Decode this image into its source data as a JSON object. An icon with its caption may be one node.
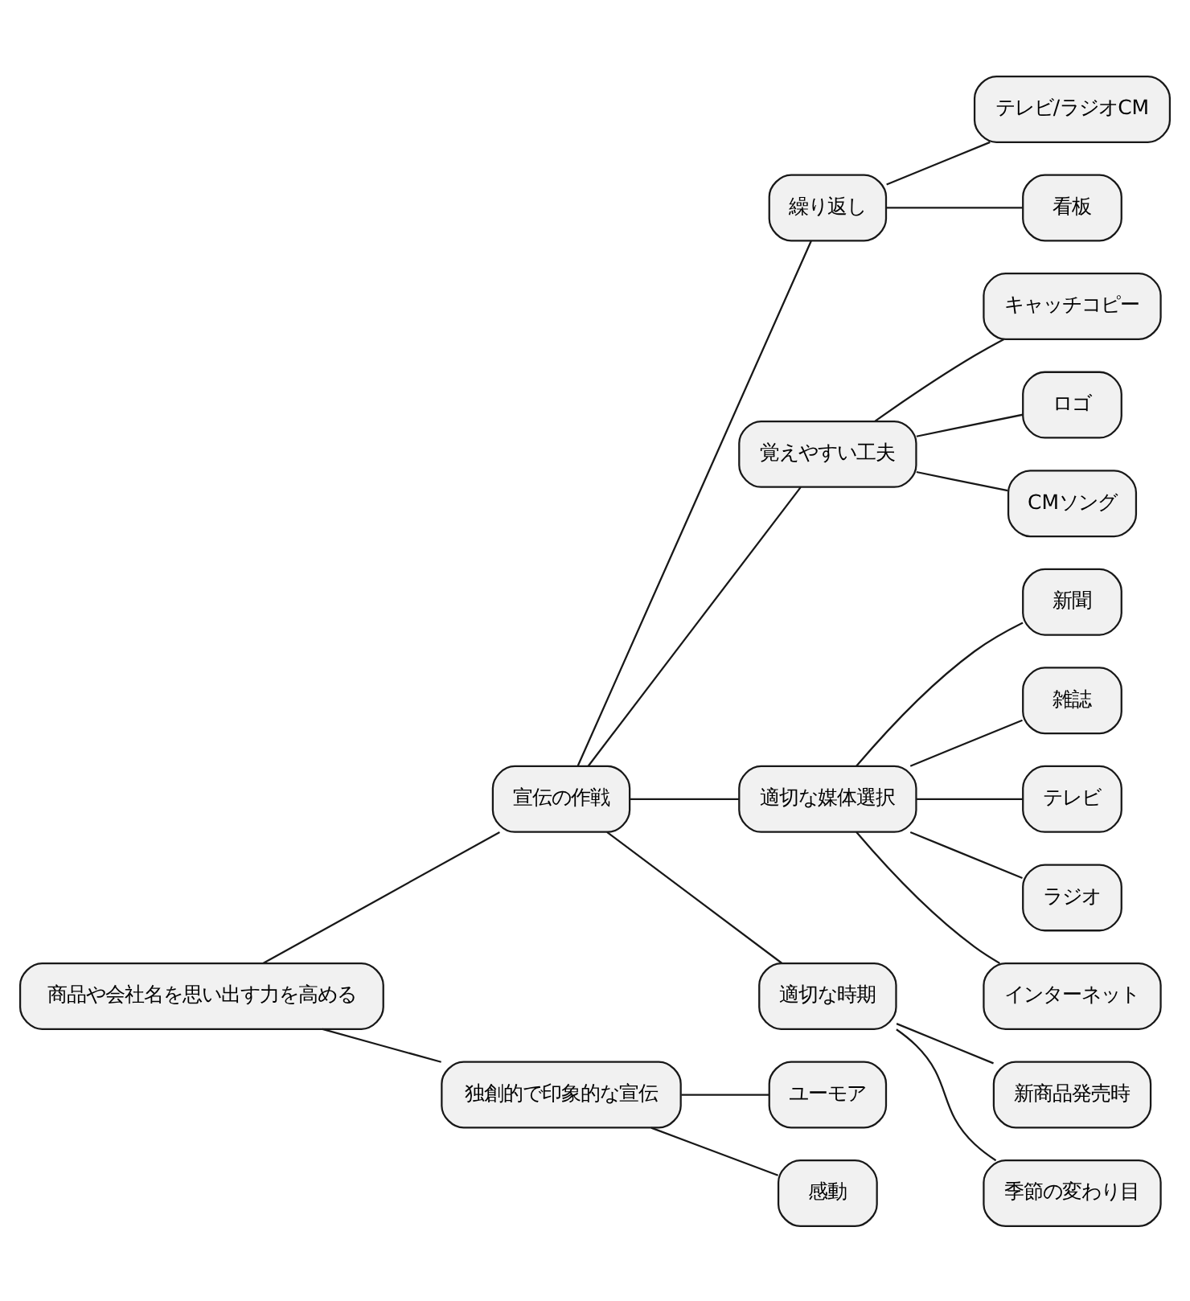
{
  "diagram": {
    "nodes": [
      {
        "text": [
          "商品や会社名を思い出す力を高める"
        ]
      },
      {
        "text": [
          "宣伝の作戦"
        ]
      },
      {
        "text": [
          "繰り返し"
        ]
      },
      {
        "text": [
          "テレビ/ラジオCM"
        ]
      },
      {
        "text": [
          "看板"
        ]
      },
      {
        "text": [
          "覚えやすい工夫"
        ]
      },
      {
        "text": [
          "キャッチコピー"
        ]
      },
      {
        "text": [
          "ロゴ"
        ]
      },
      {
        "text": [
          "CMソング"
        ]
      },
      {
        "text": [
          "適切な媒体選択"
        ]
      },
      {
        "text": [
          "新聞"
        ]
      },
      {
        "text": [
          "雑誌"
        ]
      },
      {
        "text": [
          "テレビ"
        ]
      },
      {
        "text": [
          "ラジオ"
        ]
      },
      {
        "text": [
          "インターネット"
        ]
      },
      {
        "text": [
          "適切な時期"
        ]
      },
      {
        "text": [
          "新商品発売時"
        ]
      },
      {
        "text": [
          "季節の変わり目"
        ]
      },
      {
        "text": [
          "独創的で印象的な宣伝"
        ]
      },
      {
        "text": [
          "ユーモア"
        ]
      },
      {
        "text": [
          "感動"
        ]
      }
    ],
    "edges": [
      {
        "from": 0,
        "to": 1,
        "arrow": "none"
      },
      {
        "from": 1,
        "to": 2,
        "arrow": "none"
      },
      {
        "from": 2,
        "to": 3,
        "arrow": "none"
      },
      {
        "from": 2,
        "to": 4,
        "arrow": "none"
      },
      {
        "from": 1,
        "to": 5,
        "arrow": "none"
      },
      {
        "from": 5,
        "to": 6,
        "arrow": "none"
      },
      {
        "from": 5,
        "to": 7,
        "arrow": "none"
      },
      {
        "from": 5,
        "to": 8,
        "arrow": "none"
      },
      {
        "from": 1,
        "to": 9,
        "arrow": "none"
      },
      {
        "from": 9,
        "to": 10,
        "arrow": "none"
      },
      {
        "from": 9,
        "to": 11,
        "arrow": "none"
      },
      {
        "from": 9,
        "to": 12,
        "arrow": "none"
      },
      {
        "from": 9,
        "to": 13,
        "arrow": "none"
      },
      {
        "from": 9,
        "to": 14,
        "arrow": "none"
      },
      {
        "from": 1,
        "to": 15,
        "arrow": "none"
      },
      {
        "from": 15,
        "to": 16,
        "arrow": "none"
      },
      {
        "from": 15,
        "to": 17,
        "arrow": "none"
      },
      {
        "from": 0,
        "to": 18,
        "arrow": "none"
      },
      {
        "from": 18,
        "to": 19,
        "arrow": "none"
      },
      {
        "from": 18,
        "to": 20,
        "arrow": "none"
      }
    ]
  }
}
